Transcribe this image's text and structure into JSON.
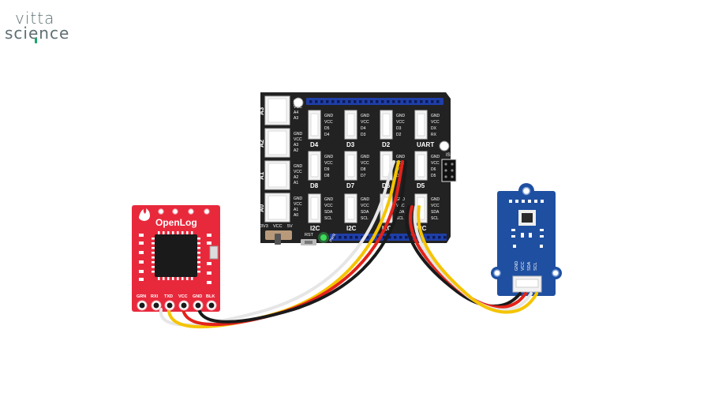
{
  "brand": {
    "line1": "vitta",
    "line2": "science",
    "accent": "#17a86b"
  },
  "shield": {
    "analog_ports": [
      {
        "name": "A3",
        "pins": [
          "GND",
          "VCC",
          "A4",
          "A3"
        ]
      },
      {
        "name": "A2",
        "pins": [
          "GND",
          "VCC",
          "A3",
          "A2"
        ]
      },
      {
        "name": "A1",
        "pins": [
          "GND",
          "VCC",
          "A2",
          "A1"
        ]
      },
      {
        "name": "A0",
        "pins": [
          "GND",
          "VCC",
          "A1",
          "A0"
        ]
      }
    ],
    "digital_ports": [
      {
        "name": "D4",
        "pins": [
          "GND",
          "VCC",
          "D5",
          "D4"
        ]
      },
      {
        "name": "D3",
        "pins": [
          "GND",
          "VCC",
          "D4",
          "D3"
        ]
      },
      {
        "name": "D2",
        "pins": [
          "GND",
          "VCC",
          "D3",
          "D2"
        ]
      },
      {
        "name": "UART",
        "pins": [
          "GND",
          "VCC",
          "DX",
          "RX"
        ]
      },
      {
        "name": "D8",
        "pins": [
          "GND",
          "VCC",
          "D9",
          "D8"
        ]
      },
      {
        "name": "D7",
        "pins": [
          "GND",
          "VCC",
          "D8",
          "D7"
        ]
      },
      {
        "name": "D6",
        "pins": [
          "GND",
          "VCC",
          "D7",
          "D6"
        ]
      },
      {
        "name": "D5",
        "pins": [
          "GND",
          "VCC",
          "D6",
          "D5"
        ]
      },
      {
        "name": "I2C",
        "pins": [
          "GND",
          "VCC",
          "SDA",
          "SCL"
        ]
      },
      {
        "name": "I2C",
        "pins": [
          "GND",
          "VCC",
          "SDA",
          "SCL"
        ]
      },
      {
        "name": "I2C",
        "pins": [
          "GND",
          "VCC",
          "SDA",
          "SCL"
        ]
      },
      {
        "name": "I2C",
        "pins": [
          "GND",
          "VCC",
          "SDA",
          "SCL"
        ]
      }
    ],
    "isp_label": "ISP",
    "rst_label": "RST",
    "pwr_label": "PWR",
    "switch_labels": [
      "3V3",
      "VCC",
      "5V"
    ]
  },
  "openlog": {
    "title": "OpenLog",
    "pins": [
      "GRN",
      "RXI",
      "TXD",
      "VCC",
      "GND",
      "BLK"
    ]
  },
  "sensor": {
    "pins": [
      "GND",
      "VCC",
      "SDA",
      "SCL"
    ]
  },
  "colors": {
    "shield": "#222222",
    "header": "#1f3fa8",
    "openlog": "#e8293c",
    "sensor": "#1f4fa0",
    "wire_yellow": "#f5c400",
    "wire_white": "#e6e6e6",
    "wire_red": "#e2231a",
    "wire_black": "#1a1a1a",
    "led": "#3ddc5a"
  }
}
